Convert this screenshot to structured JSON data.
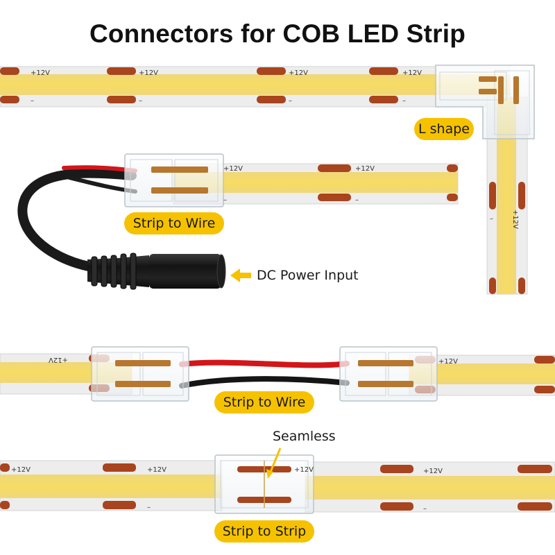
{
  "title": "Connectors for COB LED Strip",
  "labels": {
    "l_shape": "L shape",
    "strip_to_wire_top": "Strip to Wire",
    "dc_power_input": "DC Power Input",
    "strip_to_wire_middle": "Strip to Wire",
    "seamless": "Seamless",
    "strip_to_strip": "Strip to Strip"
  },
  "strip_markings": {
    "positive": "+12V",
    "negative": "–"
  },
  "colors": {
    "label_background": "#f6c200",
    "arrow": "#f6c200",
    "led_yellow": "#f5d760",
    "strip_pcb": "#eeeeee",
    "copper_pad": "#a8441e",
    "wire_red": "#d2161a",
    "wire_black": "#1c1c1c"
  }
}
